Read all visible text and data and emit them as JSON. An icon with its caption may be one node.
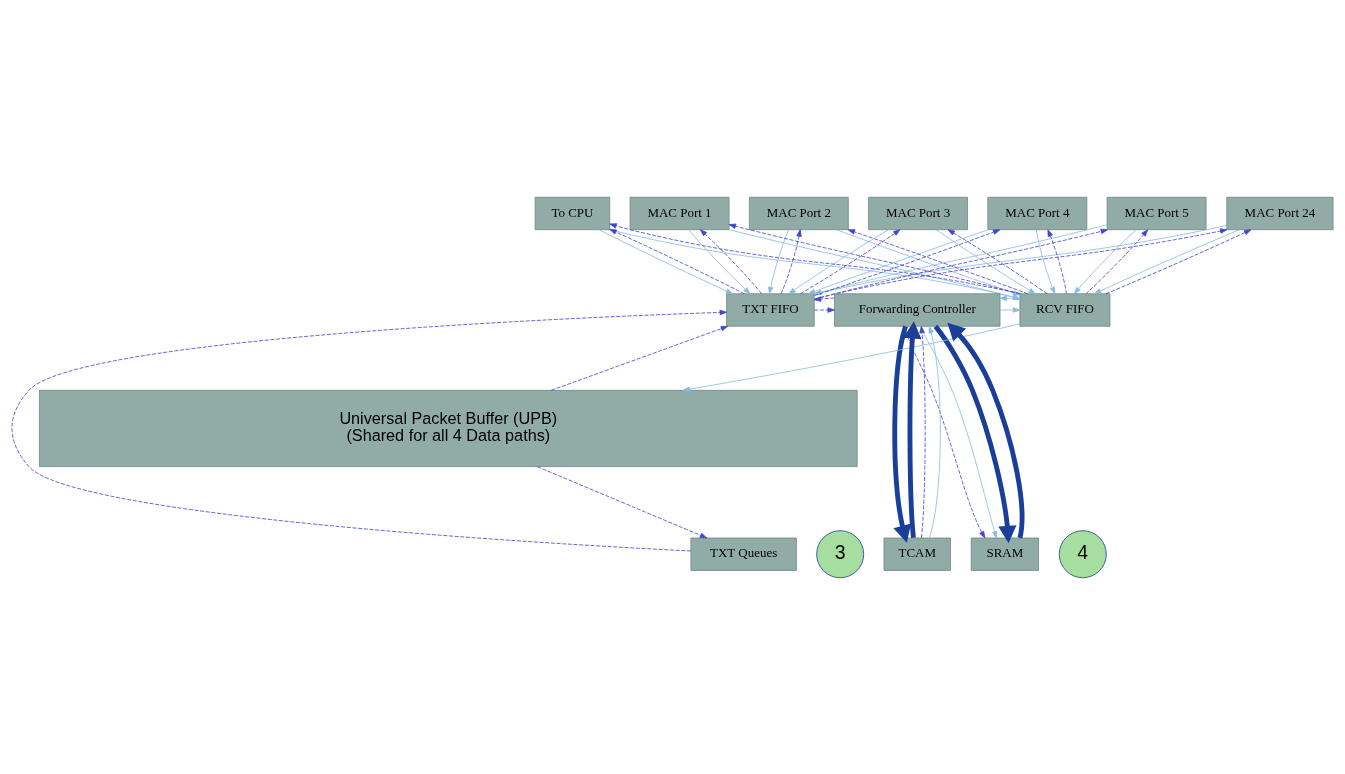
{
  "diagram": {
    "nodes": [
      {
        "text": [
          "To CPU"
        ]
      },
      {
        "text": [
          "MAC Port 1"
        ]
      },
      {
        "text": [
          "MAC Port 2"
        ]
      },
      {
        "text": [
          "MAC Port 3"
        ]
      },
      {
        "text": [
          "MAC Port 4"
        ]
      },
      {
        "text": [
          "MAC Port 5"
        ]
      },
      {
        "text": [
          "MAC Port 24"
        ]
      },
      {
        "text": [
          "TXT FIFO"
        ]
      },
      {
        "text": [
          "Forwarding Controller"
        ]
      },
      {
        "text": [
          "RCV FIFO"
        ]
      },
      {
        "text": [
          "TXT Queues"
        ]
      },
      {
        "text": [
          "3"
        ]
      },
      {
        "text": [
          "4"
        ]
      },
      {
        "text": [
          "TCAM"
        ]
      },
      {
        "text": [
          "SRAM"
        ]
      },
      {
        "text": [
          "Universal Packet Buffer (UPB)",
          "(Shared for all 4 Data paths)"
        ]
      }
    ],
    "edges": [
      {
        "from": 0,
        "to": 7,
        "arrow": "to",
        "color": "#88bbdd"
      },
      {
        "from": 1,
        "to": 7,
        "arrow": "to",
        "color": "#88bbdd"
      },
      {
        "from": 2,
        "to": 7,
        "arrow": "to",
        "color": "#88bbdd"
      },
      {
        "from": 3,
        "to": 7,
        "arrow": "to",
        "color": "#88bbdd"
      },
      {
        "from": 4,
        "to": 7,
        "arrow": "to",
        "color": "#88bbdd"
      },
      {
        "from": 5,
        "to": 7,
        "arrow": "to",
        "color": "#88bbdd"
      },
      {
        "from": 6,
        "to": 7,
        "arrow": "to",
        "color": "#88bbdd"
      },
      {
        "from": 0,
        "to": 9,
        "arrow": "to",
        "color": "#88bbdd"
      },
      {
        "from": 1,
        "to": 9,
        "arrow": "to",
        "color": "#88bbdd"
      },
      {
        "from": 2,
        "to": 9,
        "arrow": "to",
        "color": "#88bbdd"
      },
      {
        "from": 3,
        "to": 9,
        "arrow": "to",
        "color": "#88bbdd"
      },
      {
        "from": 4,
        "to": 9,
        "arrow": "to",
        "color": "#88bbdd"
      },
      {
        "from": 5,
        "to": 9,
        "arrow": "to",
        "color": "#88bbdd"
      },
      {
        "from": 6,
        "to": 9,
        "arrow": "to",
        "color": "#88bbdd"
      },
      {
        "from": 7,
        "to": 0,
        "arrow": "to",
        "style": "dashed"
      },
      {
        "from": 7,
        "to": 1,
        "arrow": "to",
        "style": "dashed"
      },
      {
        "from": 7,
        "to": 2,
        "arrow": "to",
        "style": "dashed"
      },
      {
        "from": 7,
        "to": 3,
        "arrow": "to",
        "style": "dashed"
      },
      {
        "from": 7,
        "to": 4,
        "arrow": "to",
        "style": "dashed"
      },
      {
        "from": 7,
        "to": 5,
        "arrow": "to",
        "style": "dashed"
      },
      {
        "from": 7,
        "to": 6,
        "arrow": "to",
        "style": "dashed"
      },
      {
        "from": 9,
        "to": 0,
        "arrow": "to",
        "style": "dashed"
      },
      {
        "from": 9,
        "to": 1,
        "arrow": "to",
        "style": "dashed"
      },
      {
        "from": 9,
        "to": 2,
        "arrow": "to",
        "style": "dashed"
      },
      {
        "from": 9,
        "to": 3,
        "arrow": "to",
        "style": "dashed"
      },
      {
        "from": 9,
        "to": 4,
        "arrow": "to",
        "style": "dashed"
      },
      {
        "from": 9,
        "to": 5,
        "arrow": "to",
        "style": "dashed"
      },
      {
        "from": 9,
        "to": 6,
        "arrow": "to",
        "style": "dashed"
      },
      {
        "from": 7,
        "to": 8,
        "arrow": "to",
        "style": "dashed"
      },
      {
        "from": 8,
        "to": 7,
        "arrow": "to",
        "style": "dashed"
      },
      {
        "from": 8,
        "to": 9,
        "arrow": "to",
        "color": "#88bbdd"
      },
      {
        "from": 9,
        "to": 8,
        "arrow": "to",
        "color": "#88bbdd"
      },
      {
        "from": 10,
        "to": 7,
        "arrow": "to",
        "style": "dashed"
      },
      {
        "from": 15,
        "to": 10,
        "arrow": "to",
        "style": "dashed"
      },
      {
        "from": 15,
        "to": 7,
        "arrow": "to",
        "style": "dashed"
      },
      {
        "from": 9,
        "to": 15,
        "arrow": "to",
        "color": "#88bbdd"
      },
      {
        "from": 8,
        "to": 13,
        "arrow": "to",
        "style": "thick",
        "color": "#1a3f99"
      },
      {
        "from": 13,
        "to": 8,
        "arrow": "to",
        "style": "thick",
        "color": "#1a3f99"
      },
      {
        "from": 13,
        "to": 8,
        "arrow": "to",
        "style": "dashed"
      },
      {
        "from": 13,
        "to": 8,
        "arrow": "to",
        "color": "#88bbdd"
      },
      {
        "from": 8,
        "to": 14,
        "arrow": "to",
        "style": "dashed"
      },
      {
        "from": 8,
        "to": 14,
        "arrow": "to",
        "color": "#88bbdd"
      },
      {
        "from": 8,
        "to": 14,
        "arrow": "to",
        "style": "thick",
        "color": "#1a3f99"
      },
      {
        "from": 14,
        "to": 8,
        "arrow": "to",
        "style": "thick",
        "color": "#1a3f99"
      }
    ]
  }
}
